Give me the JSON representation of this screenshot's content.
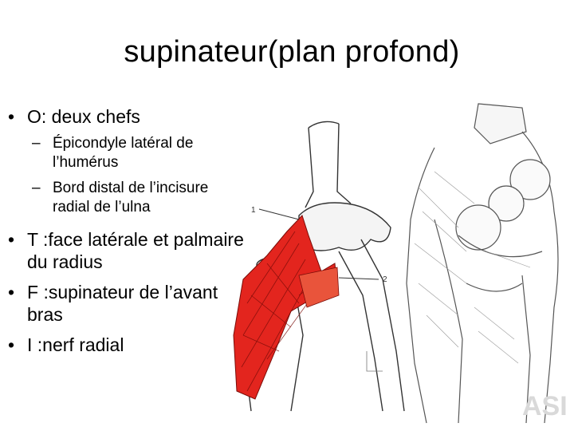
{
  "slide": {
    "title": "supinateur(plan profond)",
    "bullets": [
      {
        "text": "O: deux chefs",
        "sub": [
          "Épicondyle latéral de l’humérus",
          "Bord distal de l’incisure radial de l’ulna"
        ]
      },
      {
        "text": "T :face latérale et palmaire du radius"
      },
      {
        "text": "F :supinateur de l’avant bras"
      },
      {
        "text": "I :nerf radial"
      }
    ]
  },
  "figure_left": {
    "labels": [
      "1",
      "2"
    ],
    "muscle_color": "#e3251e"
  },
  "figure_right": {
    "watermark": "ASI"
  }
}
